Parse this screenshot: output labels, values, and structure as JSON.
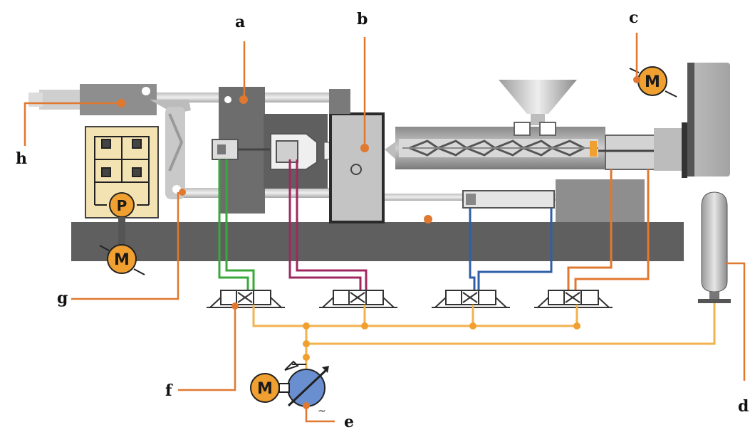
{
  "diagram": {
    "labels": {
      "a": "a",
      "b": "b",
      "c": "c",
      "d": "d",
      "e": "e",
      "f": "f",
      "g": "g",
      "h": "h"
    },
    "symbols": {
      "motor": "M",
      "pump": "P"
    },
    "colors": {
      "machine_dark": "#5f5f5f",
      "machine_mid": "#8e8e8e",
      "machine_light": "#c9c9c9",
      "pump_box": "#f3e2b2",
      "motor": "#f0a030",
      "oil_line": "#f2b24c",
      "leader": "#e07830",
      "green_line": "#3aa83a",
      "magenta_line": "#a02860",
      "blue_line": "#2f5fa8"
    }
  }
}
